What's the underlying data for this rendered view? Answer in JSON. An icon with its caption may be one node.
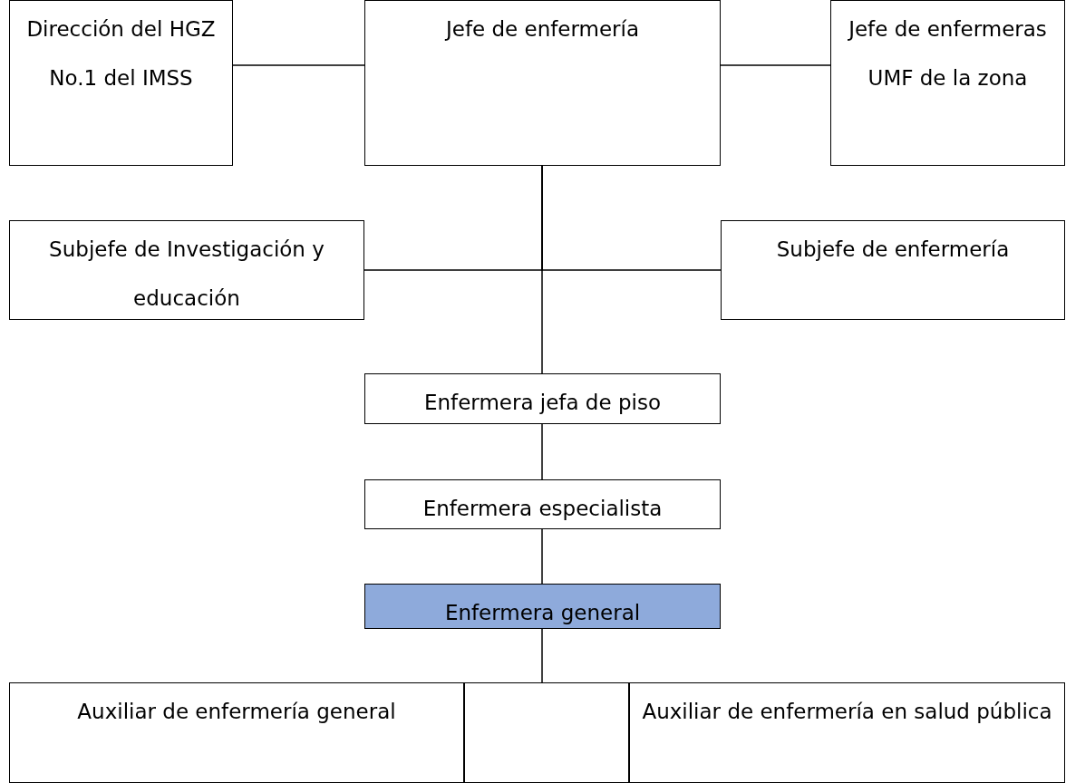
{
  "diagram": {
    "nodes": [
      {
        "text": [
          "Dirección del HGZ No.1 del IMSS"
        ]
      },
      {
        "text": [
          "Jefe de enfermería"
        ]
      },
      {
        "text": [
          "Jefe de enfermeras UMF de la zona"
        ]
      },
      {
        "text": [
          "Subjefe de Investigación y educación"
        ]
      },
      {
        "text": [
          "Subjefe de enfermería"
        ]
      },
      {
        "text": [
          "Enfermera jefa de piso"
        ]
      },
      {
        "text": [
          "Enfermera especialista"
        ]
      },
      {
        "text": [
          "Enfermera general"
        ]
      },
      {
        "text": [
          "Auxiliar de enfermería general"
        ]
      },
      {
        "text": [],
        "shape": "box"
      },
      {
        "text": [
          "Auxiliar de enfermería en salud pública"
        ]
      }
    ],
    "edges": [
      {
        "from": 0,
        "to": 1,
        "arrow": "none"
      },
      {
        "from": 1,
        "to": 2,
        "arrow": "none"
      },
      {
        "from": 1,
        "to": 3,
        "arrow": "none"
      },
      {
        "from": 1,
        "to": 4,
        "arrow": "none"
      },
      {
        "from": 1,
        "to": 5,
        "arrow": "none"
      },
      {
        "from": 5,
        "to": 6,
        "arrow": "none"
      },
      {
        "from": 6,
        "to": 7,
        "arrow": "none"
      },
      {
        "from": 7,
        "to": 9,
        "arrow": "none"
      }
    ]
  }
}
